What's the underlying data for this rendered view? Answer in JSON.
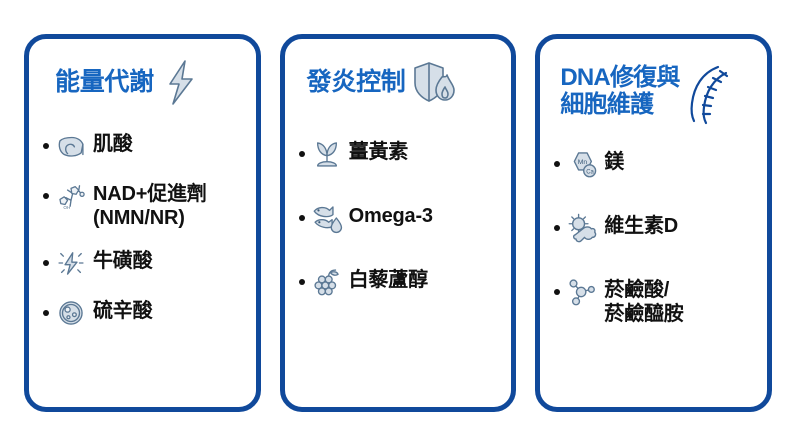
{
  "theme": {
    "border_color": "#10499b",
    "title_color": "#1766c0",
    "text_color": "#111111",
    "icon_color": "#5b7894",
    "background": "#ffffff"
  },
  "cards": [
    {
      "id": "energy-metabolism",
      "title": "能量代謝",
      "title_icon": "lightning-bolt-icon",
      "items": [
        {
          "label": "肌酸",
          "icon": "flexed-biceps-icon"
        },
        {
          "label": "NAD+促進劑\n(NMN/NR)",
          "icon": "molecule-nad-icon"
        },
        {
          "label": "牛磺酸",
          "icon": "energy-spark-icon"
        },
        {
          "label": "硫辛酸",
          "icon": "cell-mitochondria-icon"
        }
      ]
    },
    {
      "id": "inflammation-control",
      "title": "發炎控制",
      "title_icon": "shield-flame-icon",
      "items": [
        {
          "label": "薑黃素",
          "icon": "sprout-plant-icon"
        },
        {
          "label": "Omega-3",
          "icon": "fish-oil-drop-icon"
        },
        {
          "label": "白藜蘆醇",
          "icon": "grapes-icon"
        }
      ]
    },
    {
      "id": "dna-repair-cell-maintenance",
      "title": "DNA修復與\n細胞維護",
      "title_icon": "dna-helix-icon",
      "items": [
        {
          "label": "鎂",
          "icon": "mineral-hexagon-icon"
        },
        {
          "label": "維生素D",
          "icon": "sun-bone-icon"
        },
        {
          "label": "菸鹼酸/\n菸鹼醯胺",
          "icon": "molecule-nodes-icon"
        }
      ]
    }
  ]
}
